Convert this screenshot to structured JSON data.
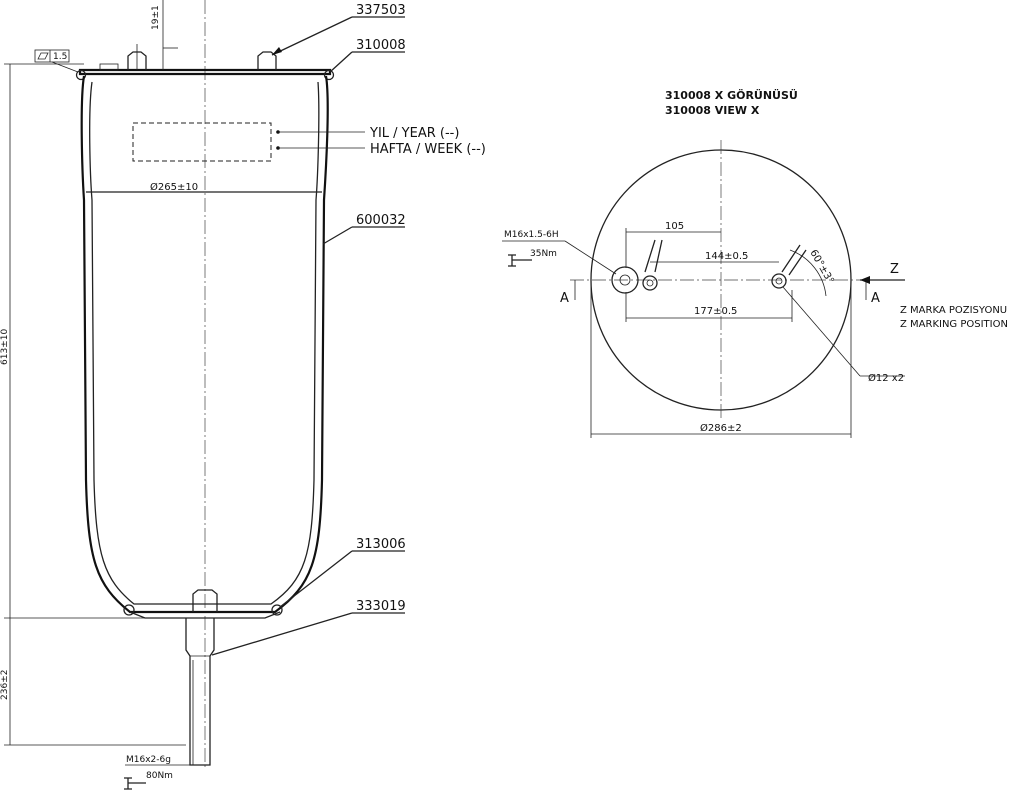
{
  "labels": {
    "part_337503": "337503",
    "part_310008": "310008",
    "part_600032": "600032",
    "part_313006": "313006",
    "part_333019": "333019",
    "year": "YIL / YEAR (--)",
    "week": "HAFTA / WEEK (--)"
  },
  "dims": {
    "dia_265": "Ø265±10",
    "dim_19": "19±1",
    "flat_symbol": "1.5",
    "height_613": "613±10",
    "height_236": "236±2",
    "thread_bottom": "M16x2-6g",
    "torque_bottom": "80Nm",
    "thread_top": "M16x1.5-6H",
    "torque_top": "35Nm",
    "d105": "105",
    "d144": "144±0.5",
    "d177": "177±0.5",
    "angle": "60°±3°",
    "dia_286": "Ø286±2",
    "holes": "Ø12 x2",
    "section_a": "A",
    "z_letter": "Z"
  },
  "view": {
    "title_tr": "310008 X GÖRÜNÜSÜ",
    "title_en": "310008  VIEW X",
    "z_tr": "Z MARKA POZISYONU",
    "z_en": "Z MARKING POSITION"
  }
}
